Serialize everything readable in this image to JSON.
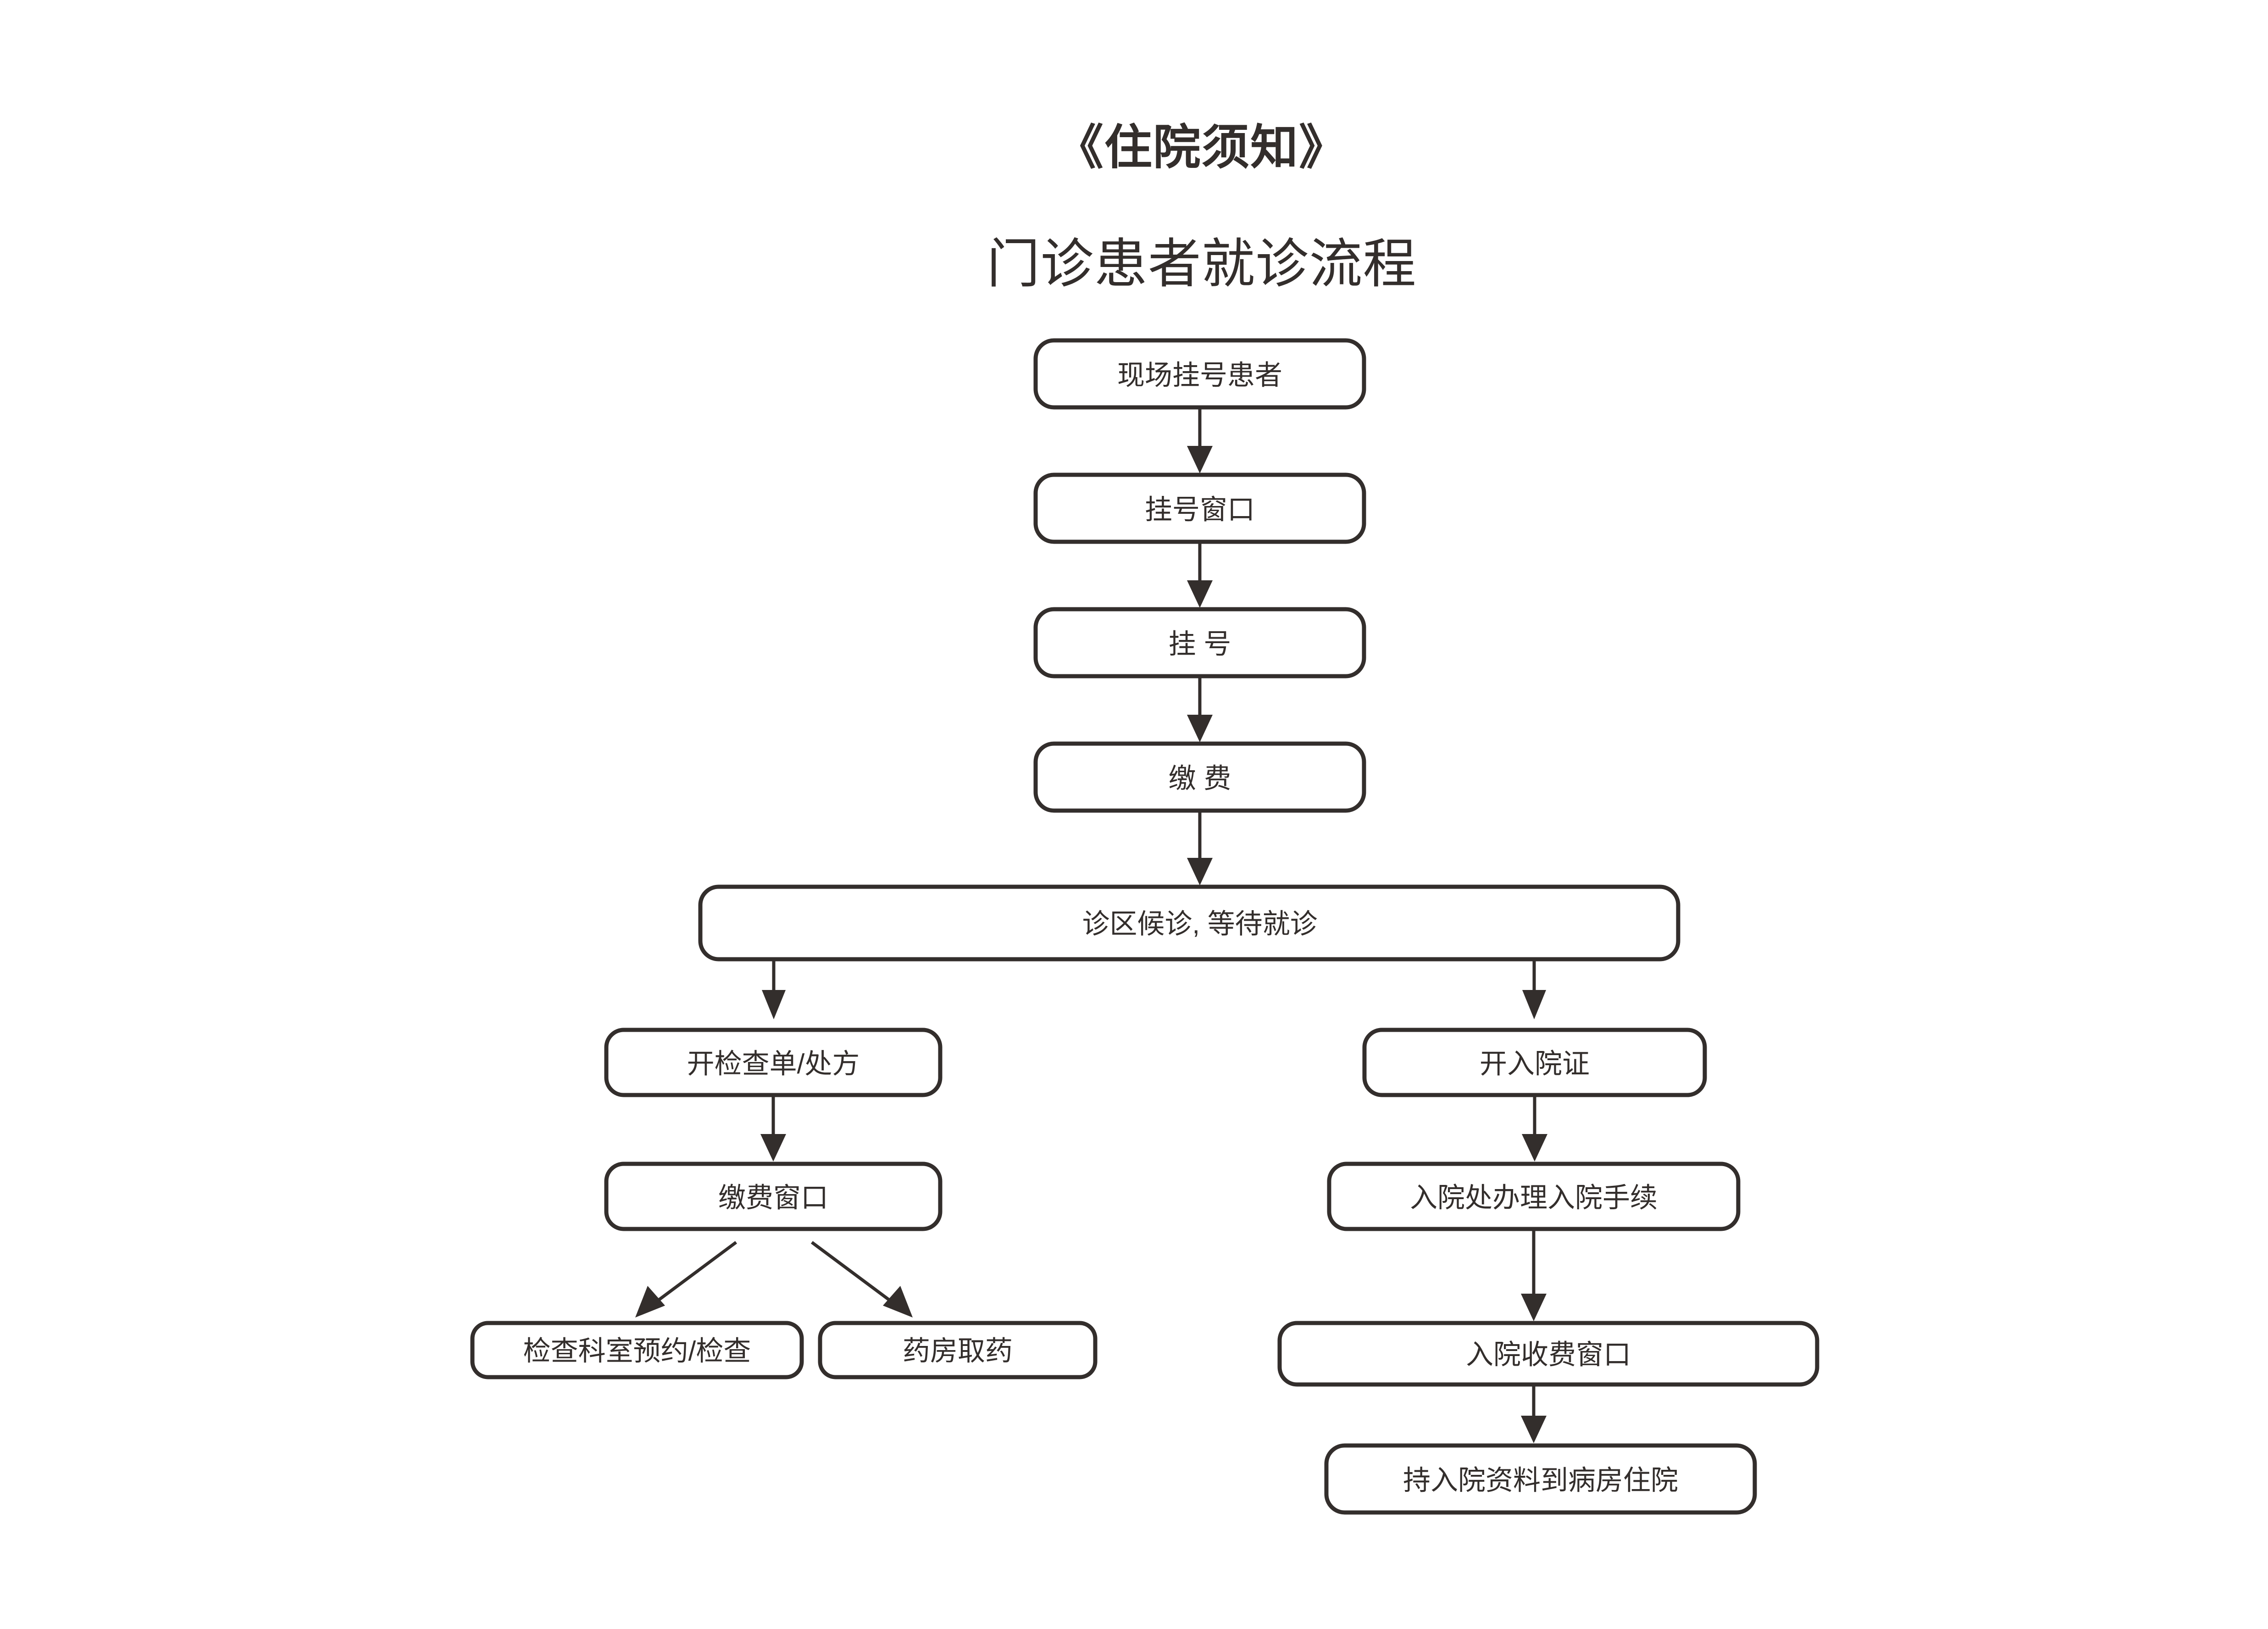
{
  "document": {
    "title": "《住院须知》",
    "subtitle": "门诊患者就诊流程",
    "background_color": "#ffffff",
    "ink_color": "#332e2c"
  },
  "flowchart": {
    "type": "flowchart",
    "orientation": "top-down",
    "nodes": [
      {
        "id": "n1",
        "label": "现场挂号患者"
      },
      {
        "id": "n2",
        "label": "挂号窗口"
      },
      {
        "id": "n3",
        "label": "挂 号"
      },
      {
        "id": "n4",
        "label": "缴 费"
      },
      {
        "id": "n5",
        "label": "诊区候诊, 等待就诊"
      },
      {
        "id": "n6",
        "label": "开检查单/处方"
      },
      {
        "id": "n7",
        "label": "缴费窗口"
      },
      {
        "id": "n8",
        "label": "检查科室预约/检查"
      },
      {
        "id": "n9",
        "label": "药房取药"
      },
      {
        "id": "n10",
        "label": "开入院证"
      },
      {
        "id": "n11",
        "label": "入院处办理入院手续"
      },
      {
        "id": "n12",
        "label": "入院收费窗口"
      },
      {
        "id": "n13",
        "label": "持入院资料到病房住院"
      }
    ],
    "edges": [
      {
        "from": "n1",
        "to": "n2",
        "style": "straight-down"
      },
      {
        "from": "n2",
        "to": "n3",
        "style": "straight-down"
      },
      {
        "from": "n3",
        "to": "n4",
        "style": "straight-down"
      },
      {
        "from": "n4",
        "to": "n5",
        "style": "straight-down"
      },
      {
        "from": "n5",
        "to": "n6",
        "style": "straight-down"
      },
      {
        "from": "n5",
        "to": "n10",
        "style": "straight-down"
      },
      {
        "from": "n6",
        "to": "n7",
        "style": "straight-down"
      },
      {
        "from": "n7",
        "to": "n8",
        "style": "diagonal-left"
      },
      {
        "from": "n7",
        "to": "n9",
        "style": "diagonal-right"
      },
      {
        "from": "n10",
        "to": "n11",
        "style": "straight-down"
      },
      {
        "from": "n11",
        "to": "n12",
        "style": "straight-down"
      },
      {
        "from": "n12",
        "to": "n13",
        "style": "straight-down"
      }
    ]
  }
}
